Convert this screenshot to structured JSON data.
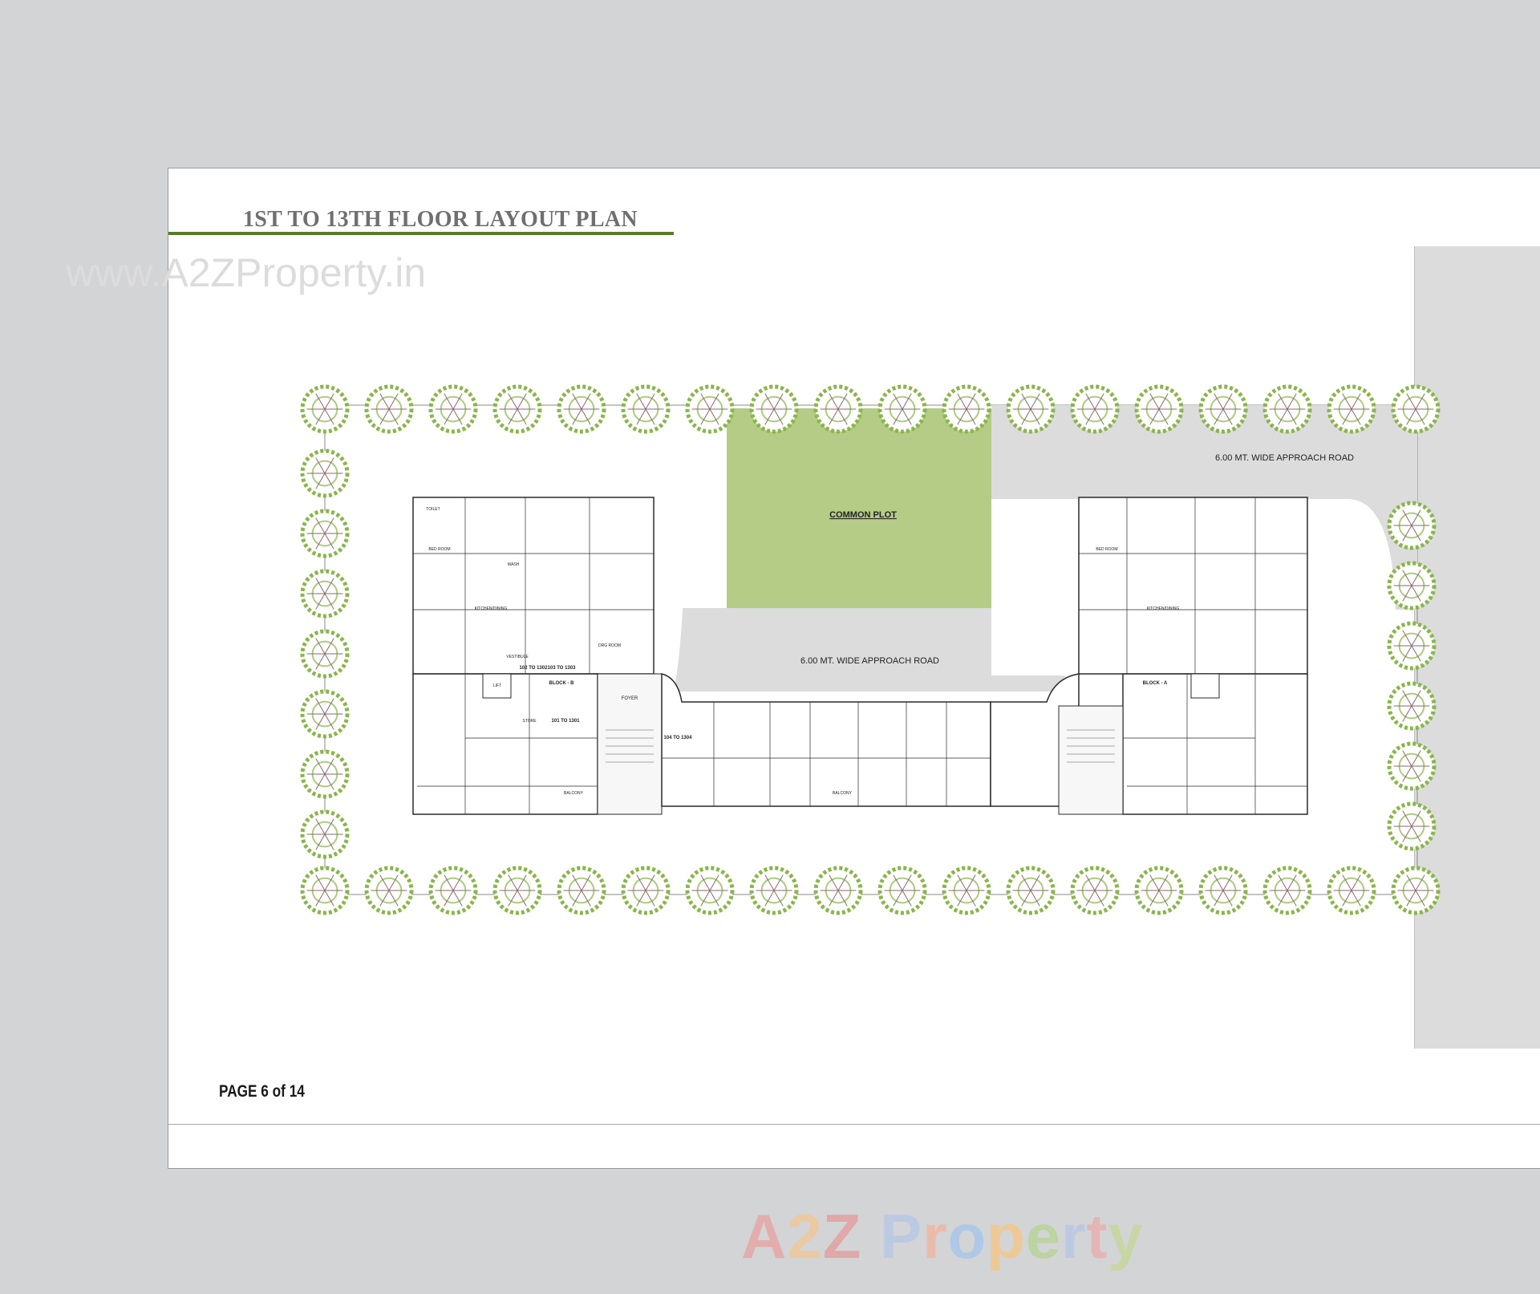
{
  "document": {
    "title": "1ST TO 13TH FLOOR LAYOUT PLAN",
    "top_watermark": "www.A2ZProperty.in",
    "page_label": "PAGE 6 of 14",
    "accent_color": "#5a7a2b"
  },
  "plan": {
    "common_plot_label": "COMMON PLOT",
    "road_label_top": "6.00 MT. WIDE APPROACH ROAD",
    "road_label_middle": "6.00 MT. WIDE APPROACH ROAD",
    "block_b_label": "BLOCK - B",
    "block_a_label": "BLOCK - A",
    "foyer_label": "FOYER",
    "unit_ranges": [
      "102 TO 1302",
      "103 TO 1303",
      "101 TO 1301",
      "104 TO 1304"
    ],
    "room_labels": [
      "TOILET",
      "BED ROOM",
      "KITCHEN/DINING",
      "DRG ROOM",
      "BALCONY",
      "WASH",
      "STORE",
      "LIFT",
      "VESTIBULE"
    ],
    "common_plot_color": "#b5cc86",
    "road_color": "#dcdcdc",
    "tree_color": "#8ab54a"
  },
  "brand": {
    "letters": [
      {
        "ch": "A",
        "color": "#e8a7a7"
      },
      {
        "ch": "2",
        "color": "#f0c89a"
      },
      {
        "ch": "Z",
        "color": "#e3a1a1"
      },
      {
        "ch": " ",
        "color": "#ffffff"
      },
      {
        "ch": "P",
        "color": "#b7c8e6"
      },
      {
        "ch": "r",
        "color": "#f0b7a2"
      },
      {
        "ch": "o",
        "color": "#a9c6e8"
      },
      {
        "ch": "p",
        "color": "#f2c88d"
      },
      {
        "ch": "e",
        "color": "#b8d39a"
      },
      {
        "ch": "r",
        "color": "#b7c8e6"
      },
      {
        "ch": "t",
        "color": "#e8b0b0"
      },
      {
        "ch": "y",
        "color": "#c7d79d"
      }
    ]
  }
}
